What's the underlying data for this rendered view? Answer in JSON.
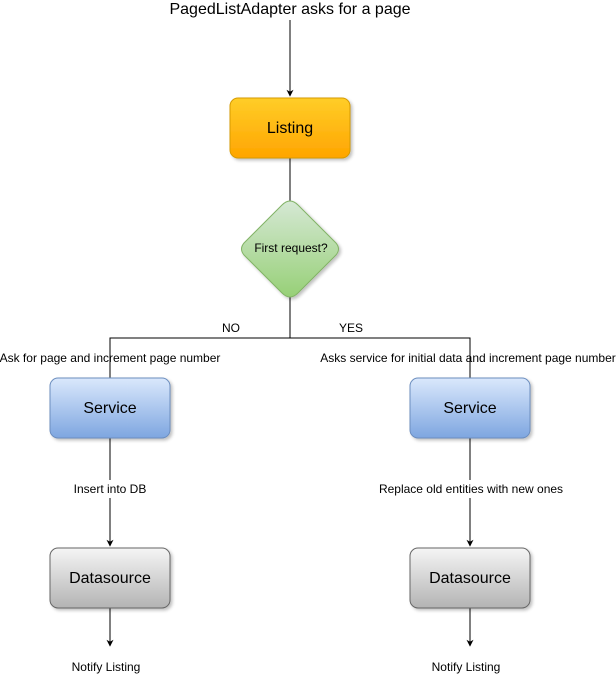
{
  "title": "PagedListAdapter asks for a page",
  "nodes": {
    "listing": "Listing",
    "decision": "First request?",
    "service_left": "Service",
    "service_right": "Service",
    "datasource_left": "Datasource",
    "datasource_right": "Datasource"
  },
  "edges": {
    "no": "NO",
    "yes": "YES",
    "left_branch": "Ask for page and increment page number",
    "right_branch": "Asks service for initial data and increment page number",
    "left_insert": "Insert into DB",
    "right_replace": "Replace old entities with new ones",
    "notify_left": "Notify Listing",
    "notify_right": "Notify Listing"
  },
  "colors": {
    "listing_fill_top": "#ffcd28",
    "listing_fill_bottom": "#ffa500",
    "listing_stroke": "#d79b00",
    "decision_fill_top": "#d5e8d4",
    "decision_fill_bottom": "#97d077",
    "decision_stroke": "#82b366",
    "service_fill_top": "#dae8fc",
    "service_fill_bottom": "#7ea6e0",
    "service_stroke": "#6c8ebf",
    "datasource_fill_top": "#f5f5f5",
    "datasource_fill_bottom": "#b3b3b3",
    "datasource_stroke": "#666666"
  }
}
